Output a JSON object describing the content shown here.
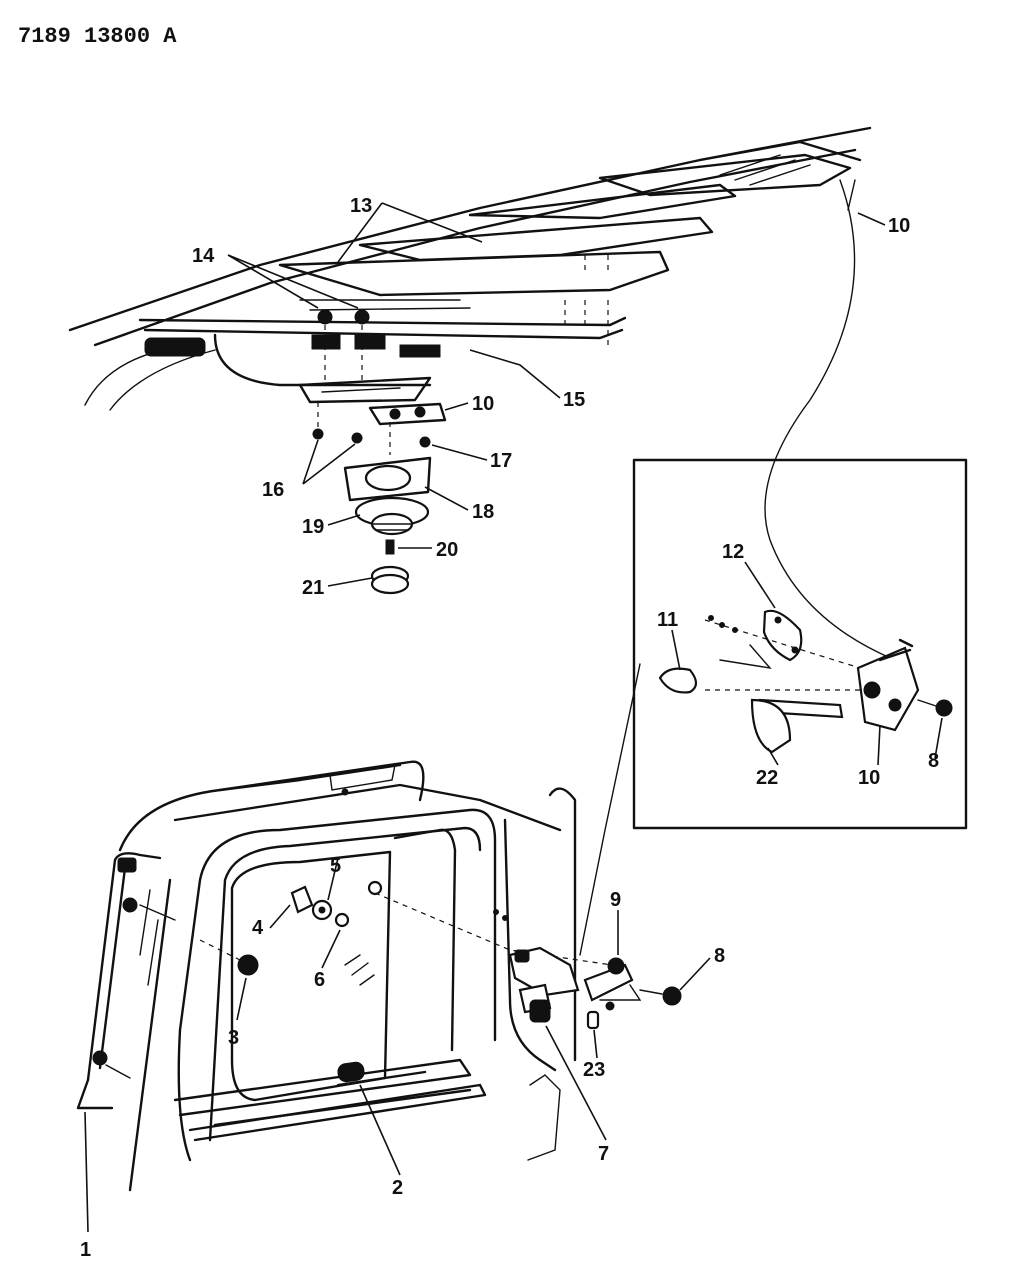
{
  "drawing_code": "7189 13800 A",
  "callouts": {
    "c1": "1",
    "c2": "2",
    "c3": "3",
    "c4": "4",
    "c5": "5",
    "c6": "6",
    "c7": "7",
    "c8a": "8",
    "c8b": "8",
    "c9": "9",
    "c10a": "10",
    "c10b": "10",
    "c10c": "10",
    "c11": "11",
    "c12": "12",
    "c13": "13",
    "c14": "14",
    "c15": "15",
    "c16": "16",
    "c17": "17",
    "c18": "18",
    "c19": "19",
    "c20": "20",
    "c21": "21",
    "c22": "22",
    "c23": "23"
  }
}
